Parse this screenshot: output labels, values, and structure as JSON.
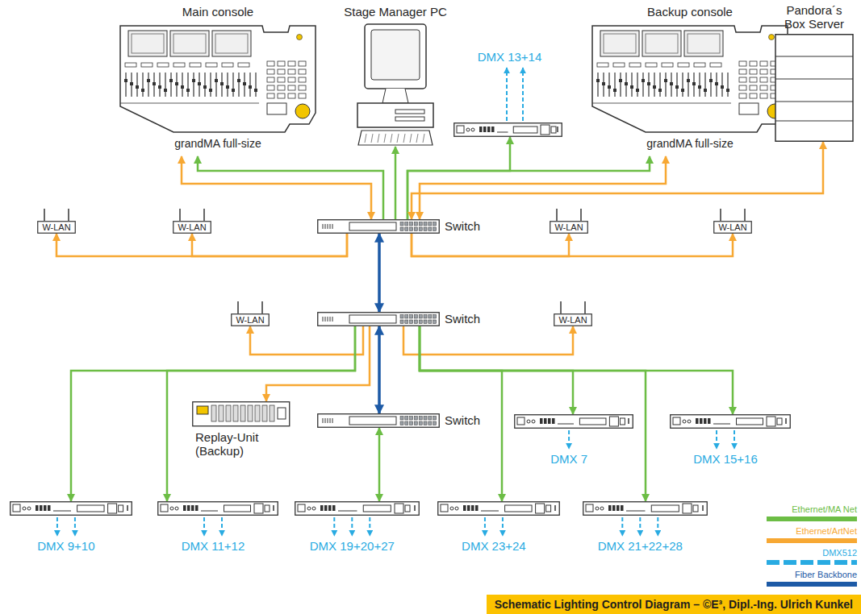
{
  "diagram": {
    "caption": "Schematic Lighting Control Diagram – ©E³, Dipl.-Ing. Ulrich Kunkel",
    "nodes": [
      {
        "text": [
          "Main console",
          "grandMA full-size"
        ]
      },
      {
        "text": [
          "Stage Manager PC"
        ]
      },
      {
        "text": [
          "DMX 13+14"
        ]
      },
      {
        "text": [
          "Backup console",
          "grandMA full-size"
        ]
      },
      {
        "text": [
          "Pandora´s Box Server"
        ]
      },
      {
        "text": [
          "W-LAN"
        ]
      },
      {
        "text": [
          "W-LAN"
        ]
      },
      {
        "text": [
          "Switch"
        ]
      },
      {
        "text": [
          "W-LAN"
        ]
      },
      {
        "text": [
          "W-LAN"
        ]
      },
      {
        "text": [
          "W-LAN"
        ]
      },
      {
        "text": [
          "Switch"
        ]
      },
      {
        "text": [
          "W-LAN"
        ]
      },
      {
        "text": [
          "Replay-Unit (Backup)"
        ]
      },
      {
        "text": [
          "Switch"
        ]
      },
      {
        "text": [
          "DMX 7"
        ]
      },
      {
        "text": [
          "DMX 15+16"
        ]
      },
      {
        "text": [
          "DMX 9+10"
        ]
      },
      {
        "text": [
          "DMX 11+12"
        ]
      },
      {
        "text": [
          "DMX 19+20+27"
        ]
      },
      {
        "text": [
          "DMX 23+24"
        ]
      },
      {
        "text": [
          "DMX 21+22+28"
        ]
      }
    ],
    "edges": [
      {
        "from": 7,
        "to": 0,
        "arrow": "to"
      },
      {
        "from": 7,
        "to": 0,
        "arrow": "both"
      },
      {
        "from": 7,
        "to": 1,
        "arrow": "to"
      },
      {
        "from": 7,
        "to": 2,
        "arrow": "to"
      },
      {
        "from": 7,
        "to": 3,
        "arrow": "to"
      },
      {
        "from": 7,
        "to": 3,
        "arrow": "both"
      },
      {
        "from": 7,
        "to": 4,
        "arrow": "both"
      },
      {
        "from": 7,
        "to": 5,
        "arrow": "to"
      },
      {
        "from": 7,
        "to": 6,
        "arrow": "to"
      },
      {
        "from": 7,
        "to": 8,
        "arrow": "to"
      },
      {
        "from": 7,
        "to": 9,
        "arrow": "to"
      },
      {
        "from": 7,
        "to": 11,
        "arrow": "both"
      },
      {
        "from": 11,
        "to": 10,
        "arrow": "to"
      },
      {
        "from": 11,
        "to": 12,
        "arrow": "to"
      },
      {
        "from": 11,
        "to": 13,
        "arrow": "to"
      },
      {
        "from": 11,
        "to": 17,
        "arrow": "to"
      },
      {
        "from": 11,
        "to": 18,
        "arrow": "to"
      },
      {
        "from": 11,
        "to": 15,
        "arrow": "to"
      },
      {
        "from": 11,
        "to": 16,
        "arrow": "to"
      },
      {
        "from": 11,
        "to": 20,
        "arrow": "to"
      },
      {
        "from": 11,
        "to": 21,
        "arrow": "to"
      },
      {
        "from": 11,
        "to": 14,
        "arrow": "both"
      },
      {
        "from": 14,
        "to": 19,
        "arrow": "both"
      }
    ],
    "legend": [
      {
        "text": "Ethernet/MA Net",
        "color": "#6cbd45"
      },
      {
        "text": "Ethernet/ArtNet",
        "color": "#f7a833"
      },
      {
        "text": "DMX512",
        "color": "#29abe2"
      },
      {
        "text": "Fiber Backbone",
        "color": "#1d5aa6"
      }
    ]
  }
}
